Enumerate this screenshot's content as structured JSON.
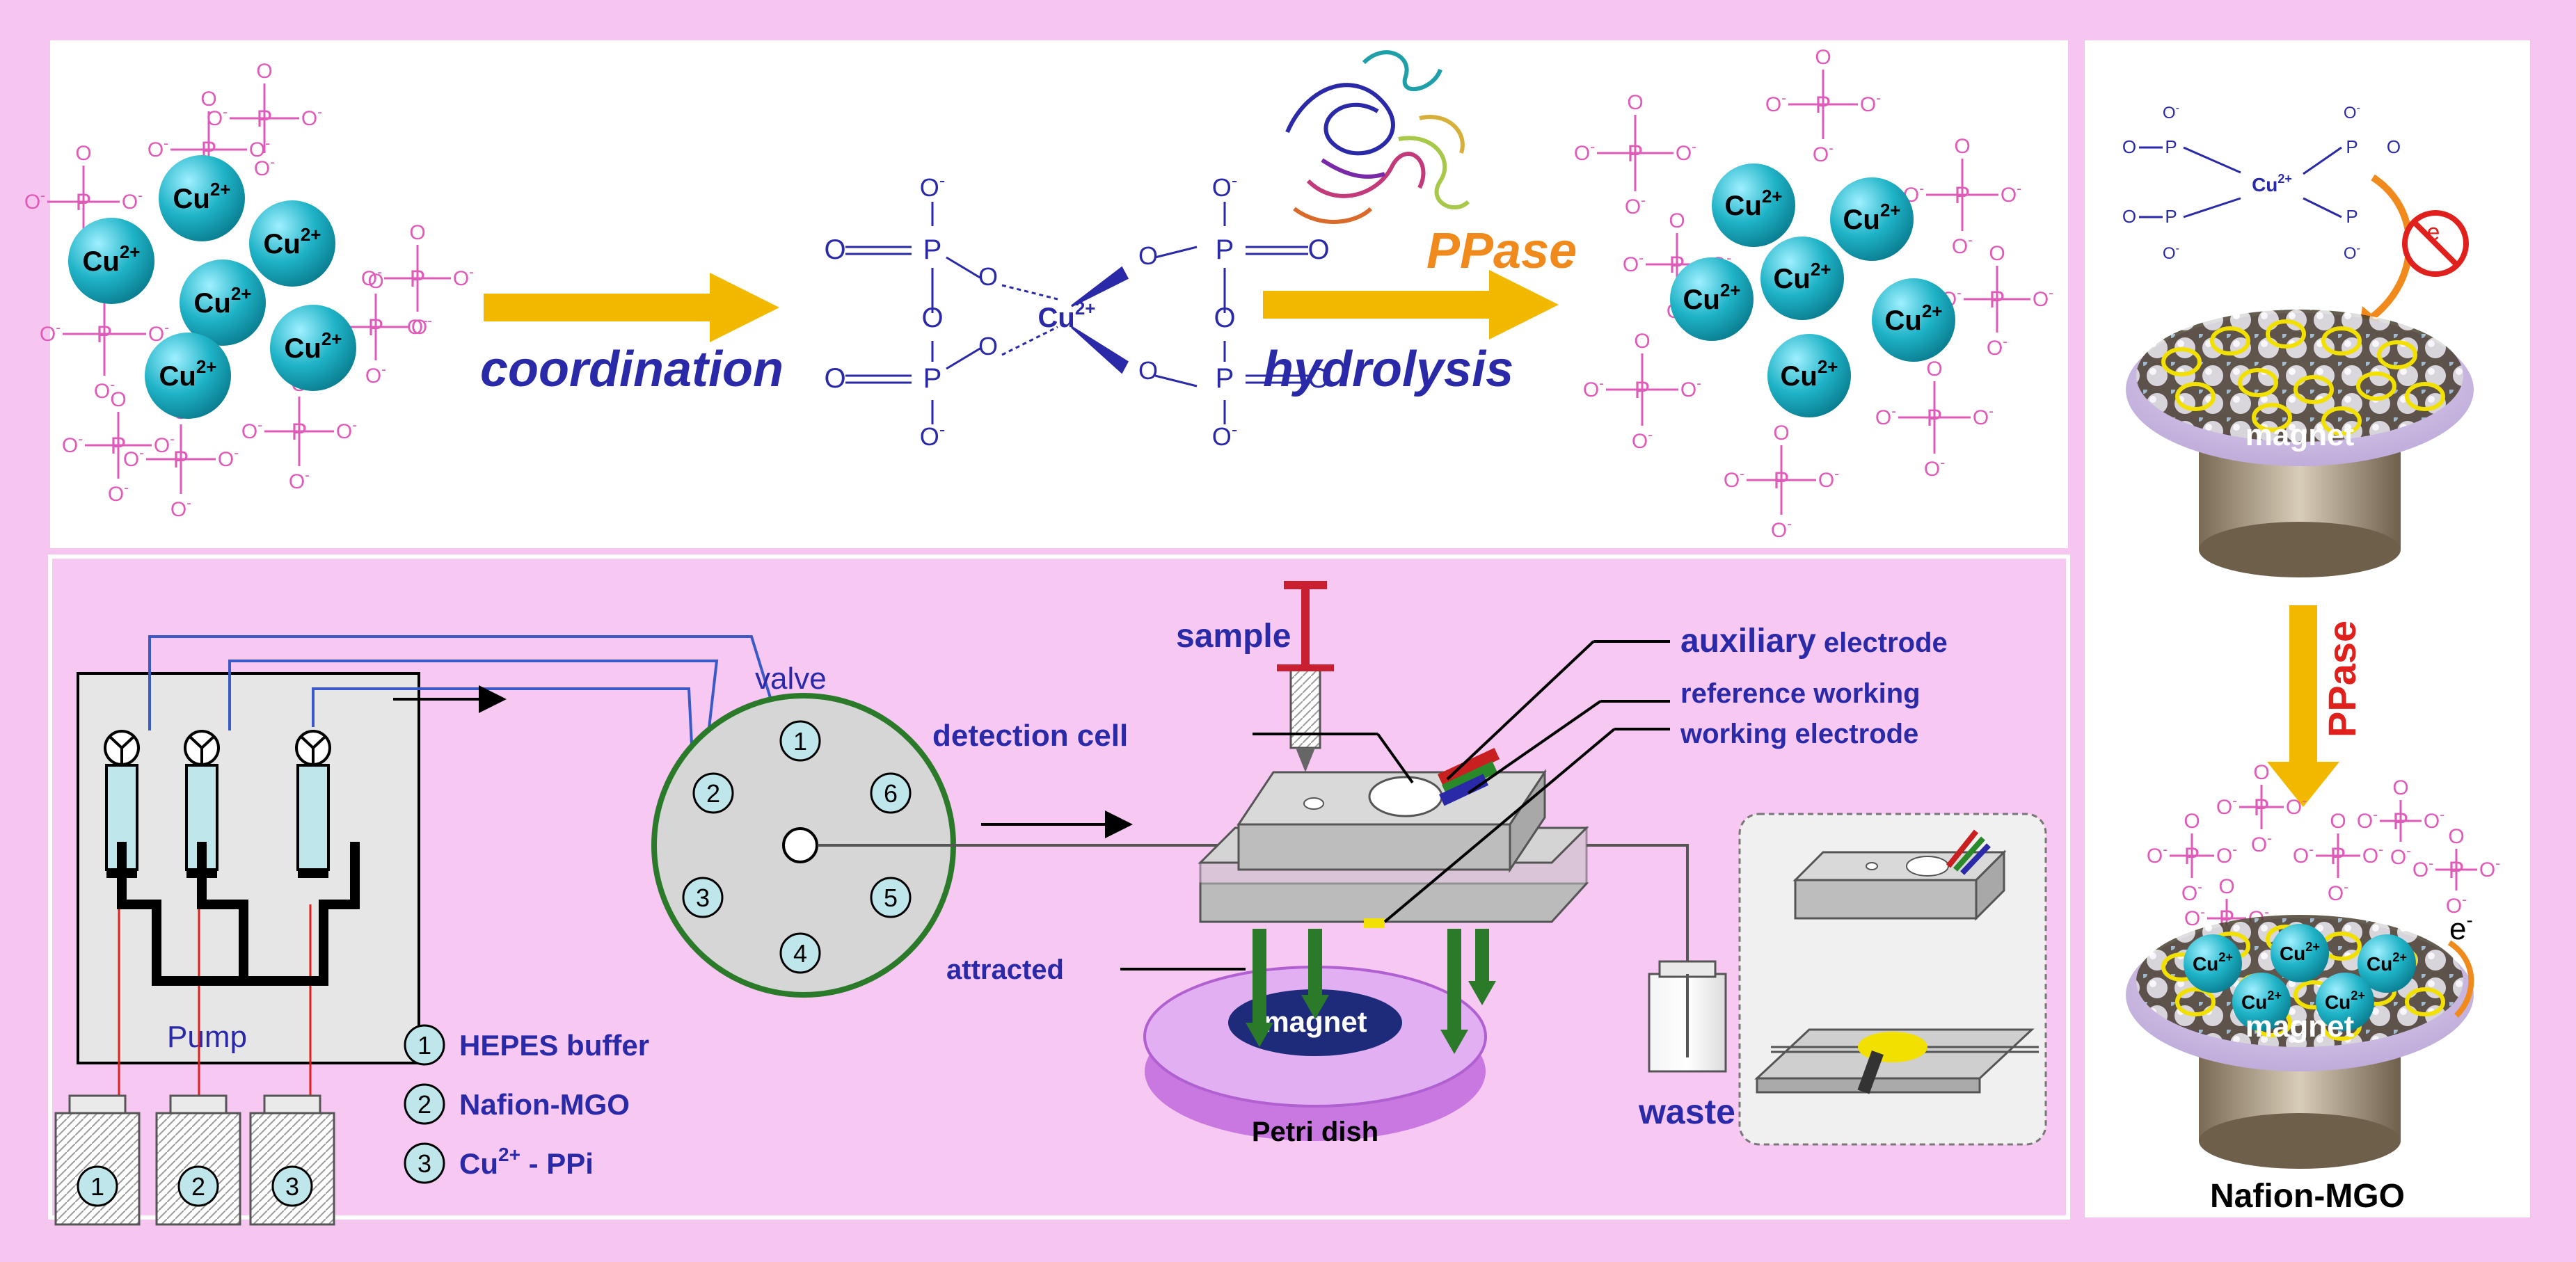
{
  "colors": {
    "background": "#f7c6f0",
    "panel_white": "#ffffff",
    "panel_pink": "#f6c8f2",
    "cu_ion": "#1fb3c7",
    "arrow_yellow": "#f2b800",
    "label_blue": "#2a2aa8",
    "pyrophosphate_pink": "#e05ab8",
    "ppase_orange": "#f08a1c",
    "ppase_red": "#e0201c",
    "valve_green": "#2a7a2a"
  },
  "icons": {
    "cu_sphere": "cu-ion-sphere-icon",
    "arrow": "yellow-arrow-icon",
    "enzyme": "protein-structure-icon",
    "syringe": "syringe-icon",
    "magnet": "magnet-cylinder-icon",
    "blocked_electron": "electron-transfer-blocked-icon"
  },
  "top_panel": {
    "cu_label": "Cu",
    "cu_superscript": "2+",
    "o_minus": "O",
    "minus": "-",
    "p": "P",
    "o": "O",
    "step1": "coordination",
    "step2_enzyme": "PPase",
    "step2": "hydrolysis"
  },
  "bottom_panel": {
    "valve": "valve",
    "valve_ports": [
      "1",
      "2",
      "3",
      "4",
      "5",
      "6"
    ],
    "pump": "Pump",
    "bottles": [
      "1",
      "2",
      "3"
    ],
    "legend": [
      {
        "num": "1",
        "text": "HEPES buffer"
      },
      {
        "num": "2",
        "text": "Nafion-MGO"
      },
      {
        "num": "3",
        "text": "Cu",
        "sup": "2+",
        "tail": " - PPi"
      }
    ],
    "sample": "sample",
    "detection_cell": "detection cell",
    "auxiliary": "auxiliary",
    "auxiliary_tail": " electrode",
    "reference": "reference working",
    "working": "working electrode",
    "attracted": "attracted",
    "magnet": "magnet",
    "petri": "Petri dish",
    "waste": "waste"
  },
  "right_panel": {
    "magnet_top": "magnet",
    "ppase": "PPase",
    "magnet_bottom": "magnet",
    "electron": "e",
    "electron_sup": "-",
    "electron_blocked": "e",
    "caption": "Nafion-MGO"
  }
}
